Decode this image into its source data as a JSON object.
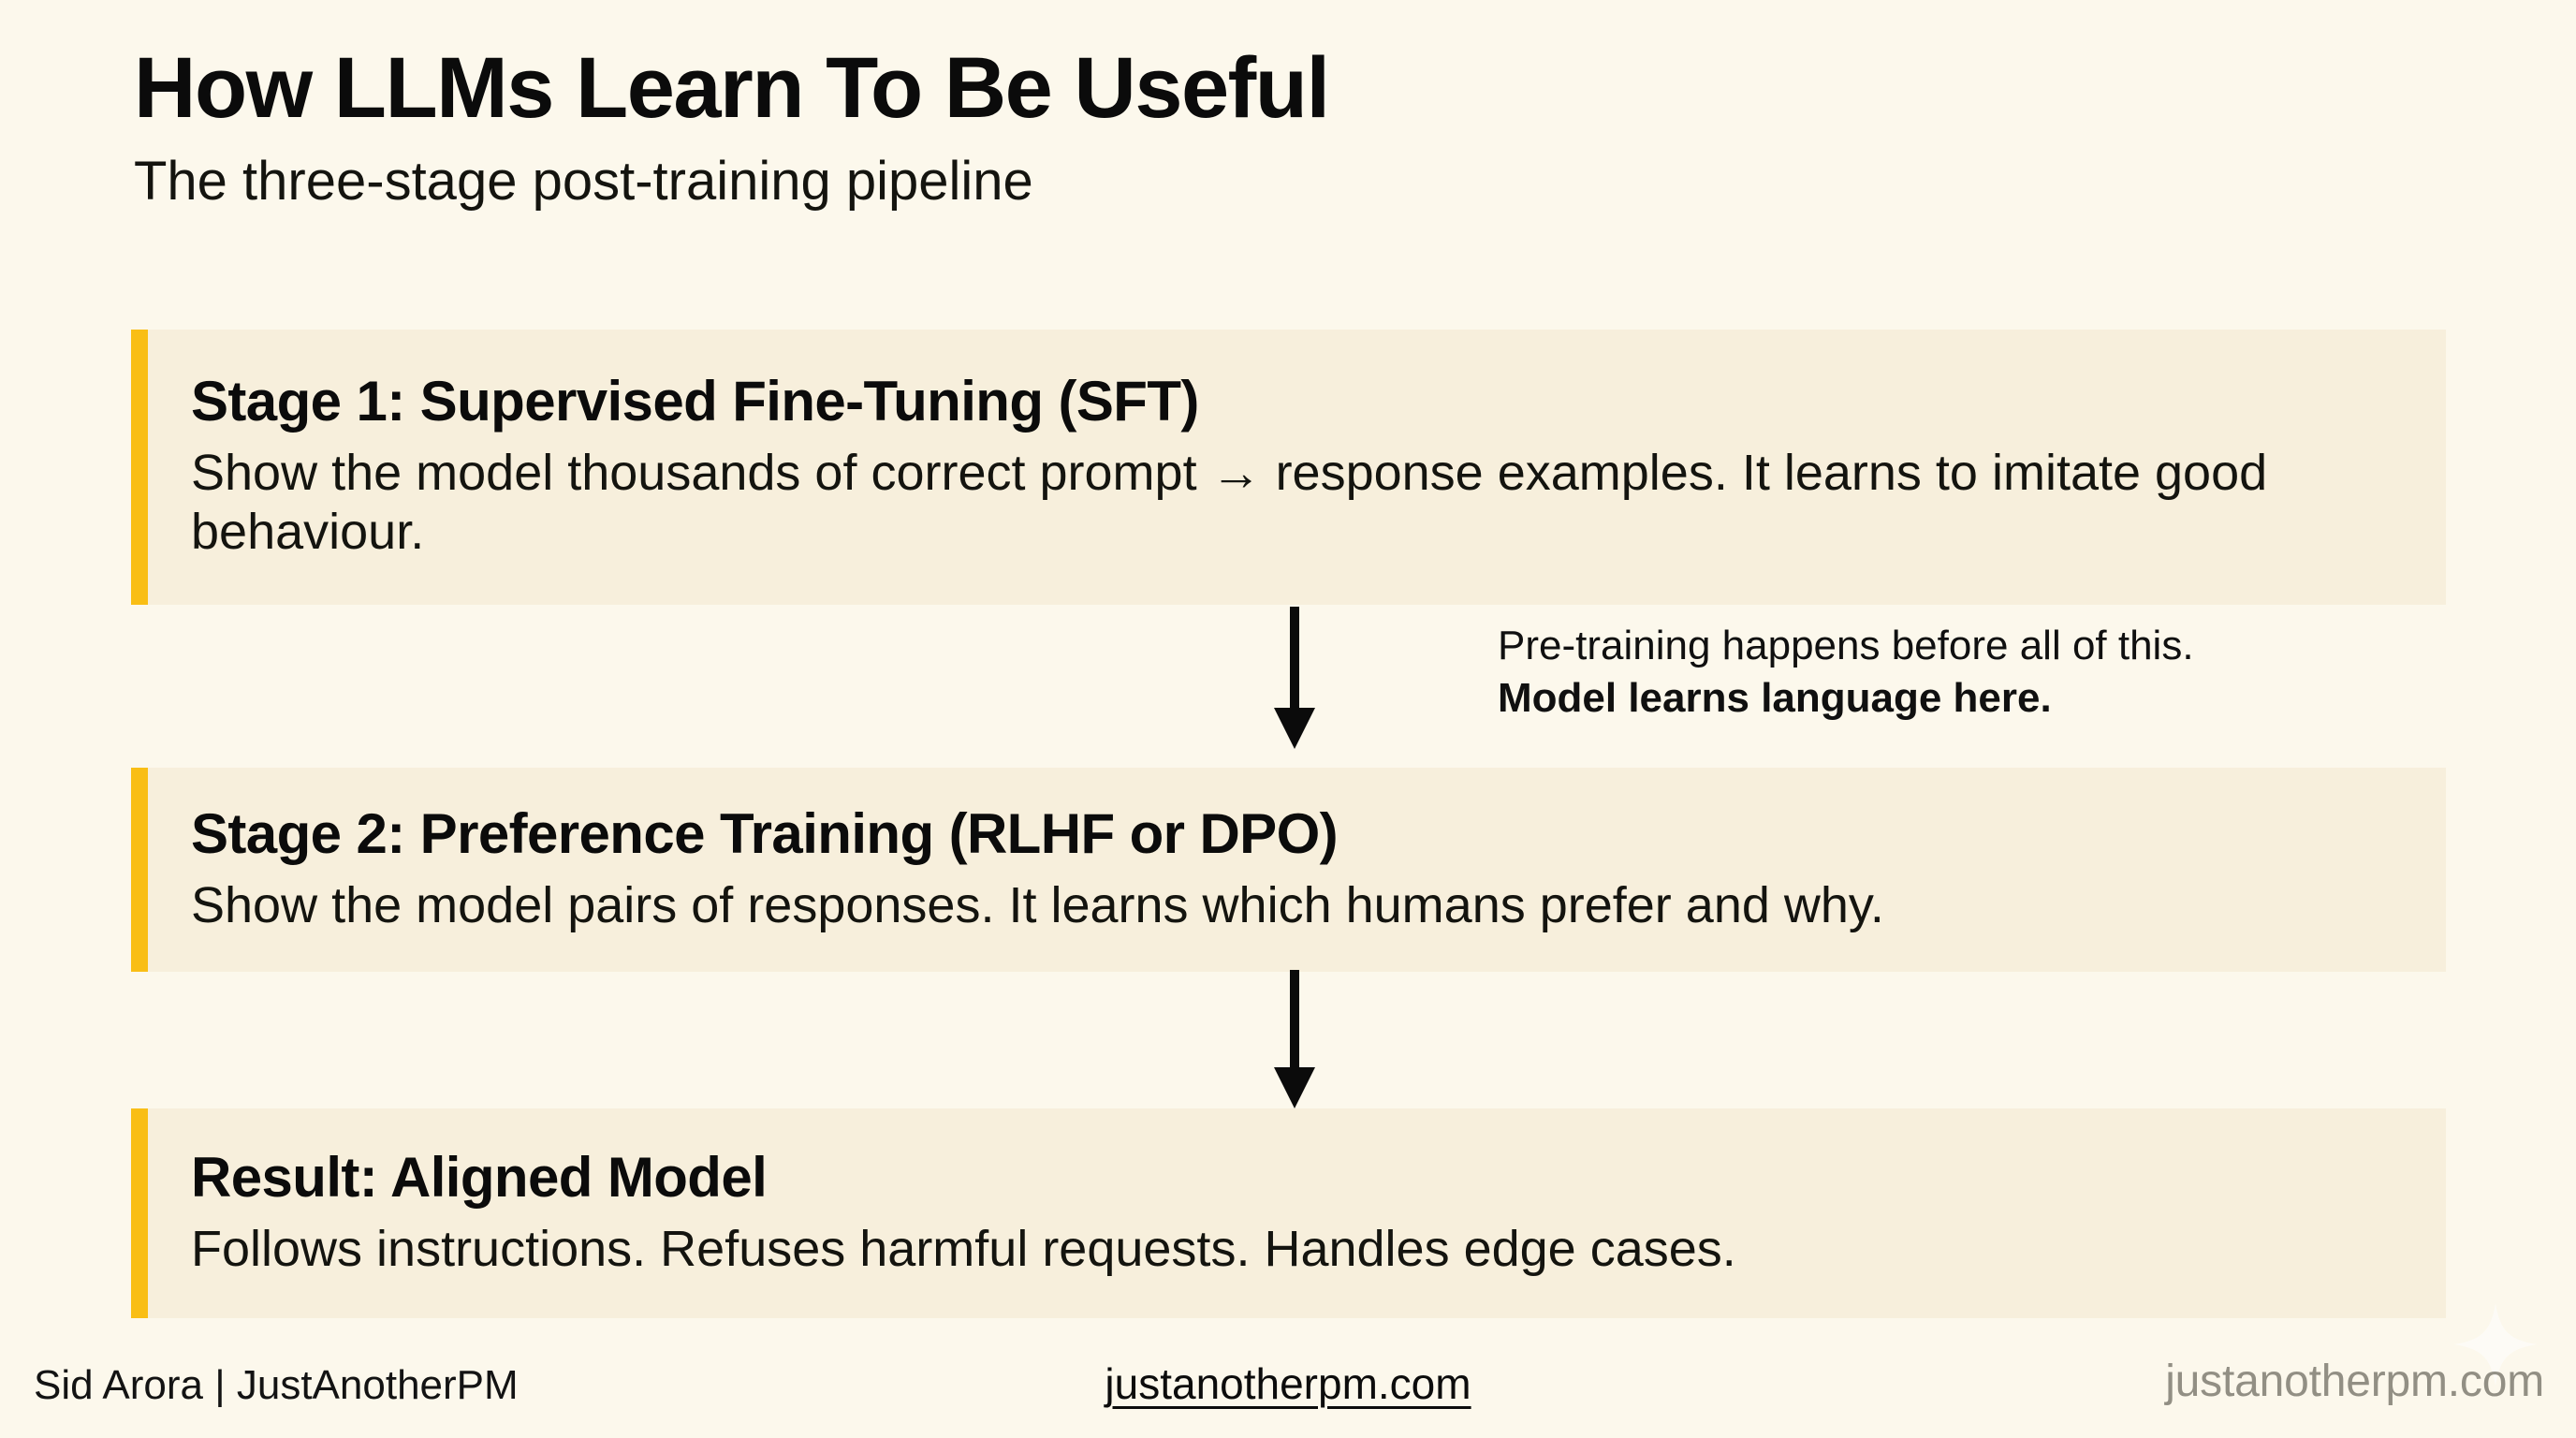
{
  "header": {
    "title": "How LLMs Learn To Be Useful",
    "subtitle": "The three-stage post-training pipeline"
  },
  "stages": [
    {
      "id": "stage-1",
      "title": "Stage 1: Supervised Fine-Tuning (SFT)",
      "body": "Show the model thousands of correct prompt → response examples. It learns to imitate good behaviour."
    },
    {
      "id": "stage-2",
      "title": "Stage 2: Preference Training (RLHF or DPO)",
      "body": "Show the model pairs of responses. It learns which humans prefer and why."
    },
    {
      "id": "result",
      "title": "Result: Aligned Model",
      "body": "Follows instructions. Refuses harmful requests. Handles edge cases."
    }
  ],
  "annotation": {
    "line1": "Pre-training happens before all of this.",
    "line2": "Model learns language here."
  },
  "connectors": [
    {
      "id": "arrow-1",
      "icon": "down-arrow-icon"
    },
    {
      "id": "arrow-2",
      "icon": "down-arrow-icon"
    }
  ],
  "footer": {
    "attribution": "Sid Arora | JustAnotherPM",
    "link": "justanotherpm.com",
    "watermark": "justanotherpm.com",
    "sparkle_icon": "sparkle-icon"
  },
  "colors": {
    "page_background": "#FCF8EC",
    "card_background": "#F7EFDC",
    "accent_bar": "#F9BE15",
    "text": "#0B0B0B",
    "watermark_text": "#8A877C"
  }
}
